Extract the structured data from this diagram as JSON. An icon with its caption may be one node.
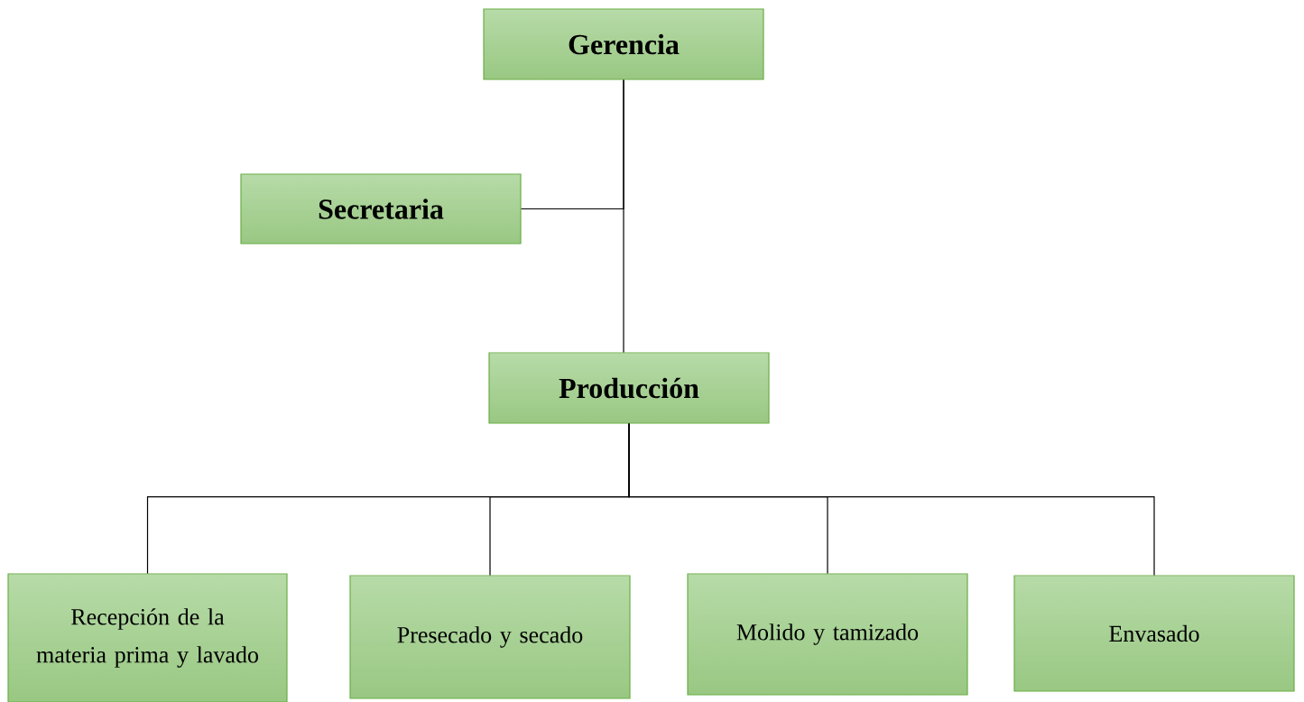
{
  "diagram": {
    "nodes": [
      {
        "text": [
          "Gerencia"
        ]
      },
      {
        "text": [
          "Secretaria"
        ]
      },
      {
        "text": [
          "Producción"
        ]
      },
      {
        "text": [
          "Recepción de la materia prima y lavado"
        ]
      },
      {
        "text": [
          "Presecado y secado"
        ]
      },
      {
        "text": [
          "Molido y tamizado"
        ]
      },
      {
        "text": [
          "Envasado"
        ]
      }
    ],
    "edges": [
      {
        "from": 0,
        "to": 1,
        "arrow": "none"
      },
      {
        "from": 0,
        "to": 2,
        "arrow": "none"
      },
      {
        "from": 2,
        "to": 3,
        "arrow": "none"
      },
      {
        "from": 2,
        "to": 4,
        "arrow": "none"
      },
      {
        "from": 2,
        "to": 5,
        "arrow": "none"
      },
      {
        "from": 2,
        "to": 6,
        "arrow": "none"
      }
    ]
  }
}
